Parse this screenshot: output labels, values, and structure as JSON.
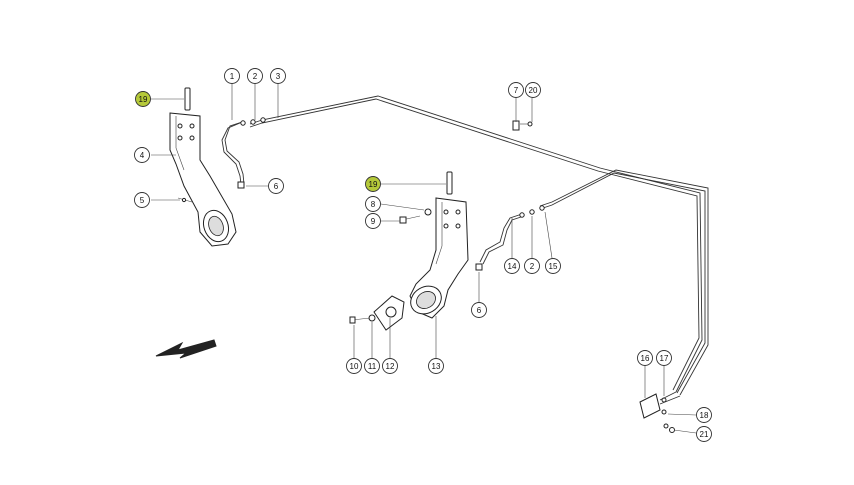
{
  "diagram": {
    "highlight_color": "#b5c93a",
    "callouts": [
      {
        "id": "c19a",
        "label": "19",
        "highlight": true
      },
      {
        "id": "c4",
        "label": "4"
      },
      {
        "id": "c5",
        "label": "5"
      },
      {
        "id": "c1",
        "label": "1"
      },
      {
        "id": "c2a",
        "label": "2"
      },
      {
        "id": "c3",
        "label": "3"
      },
      {
        "id": "c6a",
        "label": "6"
      },
      {
        "id": "c7",
        "label": "7"
      },
      {
        "id": "c20",
        "label": "20"
      },
      {
        "id": "c19b",
        "label": "19",
        "highlight": true
      },
      {
        "id": "c8",
        "label": "8"
      },
      {
        "id": "c9",
        "label": "9"
      },
      {
        "id": "c14",
        "label": "14"
      },
      {
        "id": "c2b",
        "label": "2"
      },
      {
        "id": "c15",
        "label": "15"
      },
      {
        "id": "c6b",
        "label": "6"
      },
      {
        "id": "c10",
        "label": "10"
      },
      {
        "id": "c11",
        "label": "11"
      },
      {
        "id": "c12",
        "label": "12"
      },
      {
        "id": "c13",
        "label": "13"
      },
      {
        "id": "c16",
        "label": "16"
      },
      {
        "id": "c17",
        "label": "17"
      },
      {
        "id": "c18",
        "label": "18"
      },
      {
        "id": "c21",
        "label": "21"
      }
    ],
    "direction_arrow_icon": "arrow-down-left-icon"
  }
}
